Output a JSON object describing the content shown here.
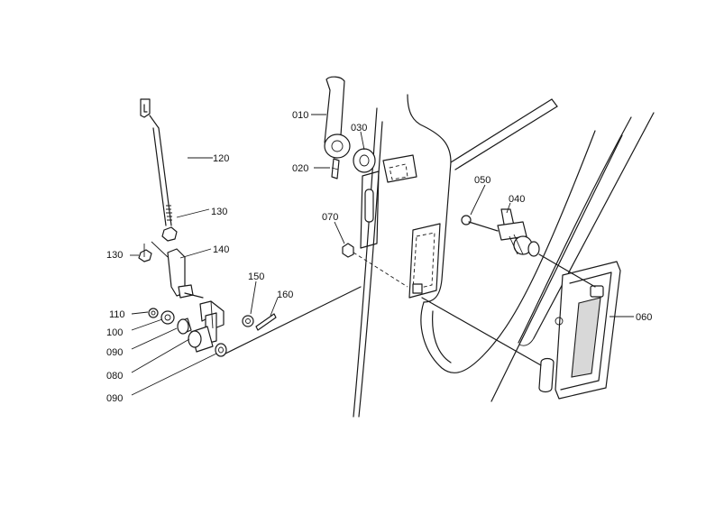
{
  "part_labels": {
    "p010": "010",
    "p020": "020",
    "p030": "030",
    "p040": "040",
    "p050": "050",
    "p060": "060",
    "p070": "070",
    "p080": "080",
    "p090a": "090",
    "p090b": "090",
    "p100": "100",
    "p110": "110",
    "p120": "120",
    "p130a": "130",
    "p130b": "130",
    "p140": "140",
    "p150": "150",
    "p160": "160"
  }
}
